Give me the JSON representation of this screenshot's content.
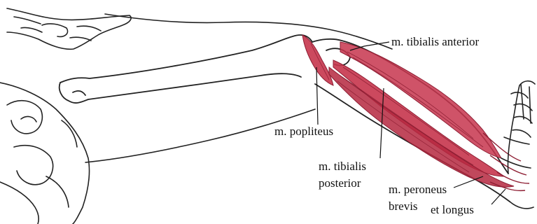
{
  "figure": {
    "labels": {
      "tibialis_anterior": "m. tibialis anterior",
      "popliteus": "m. popliteus",
      "tibialis_posterior_line1": "m. tibialis",
      "tibialis_posterior_line2": "posterior",
      "peroneus_line1": "m. peroneus",
      "peroneus_line2": "brevis",
      "peroneus_line3": "et longus"
    },
    "colors": {
      "muscle": "#c7354d",
      "muscle_dark": "#8e1e33",
      "outline": "#222222",
      "leader_line": "#111111"
    }
  }
}
